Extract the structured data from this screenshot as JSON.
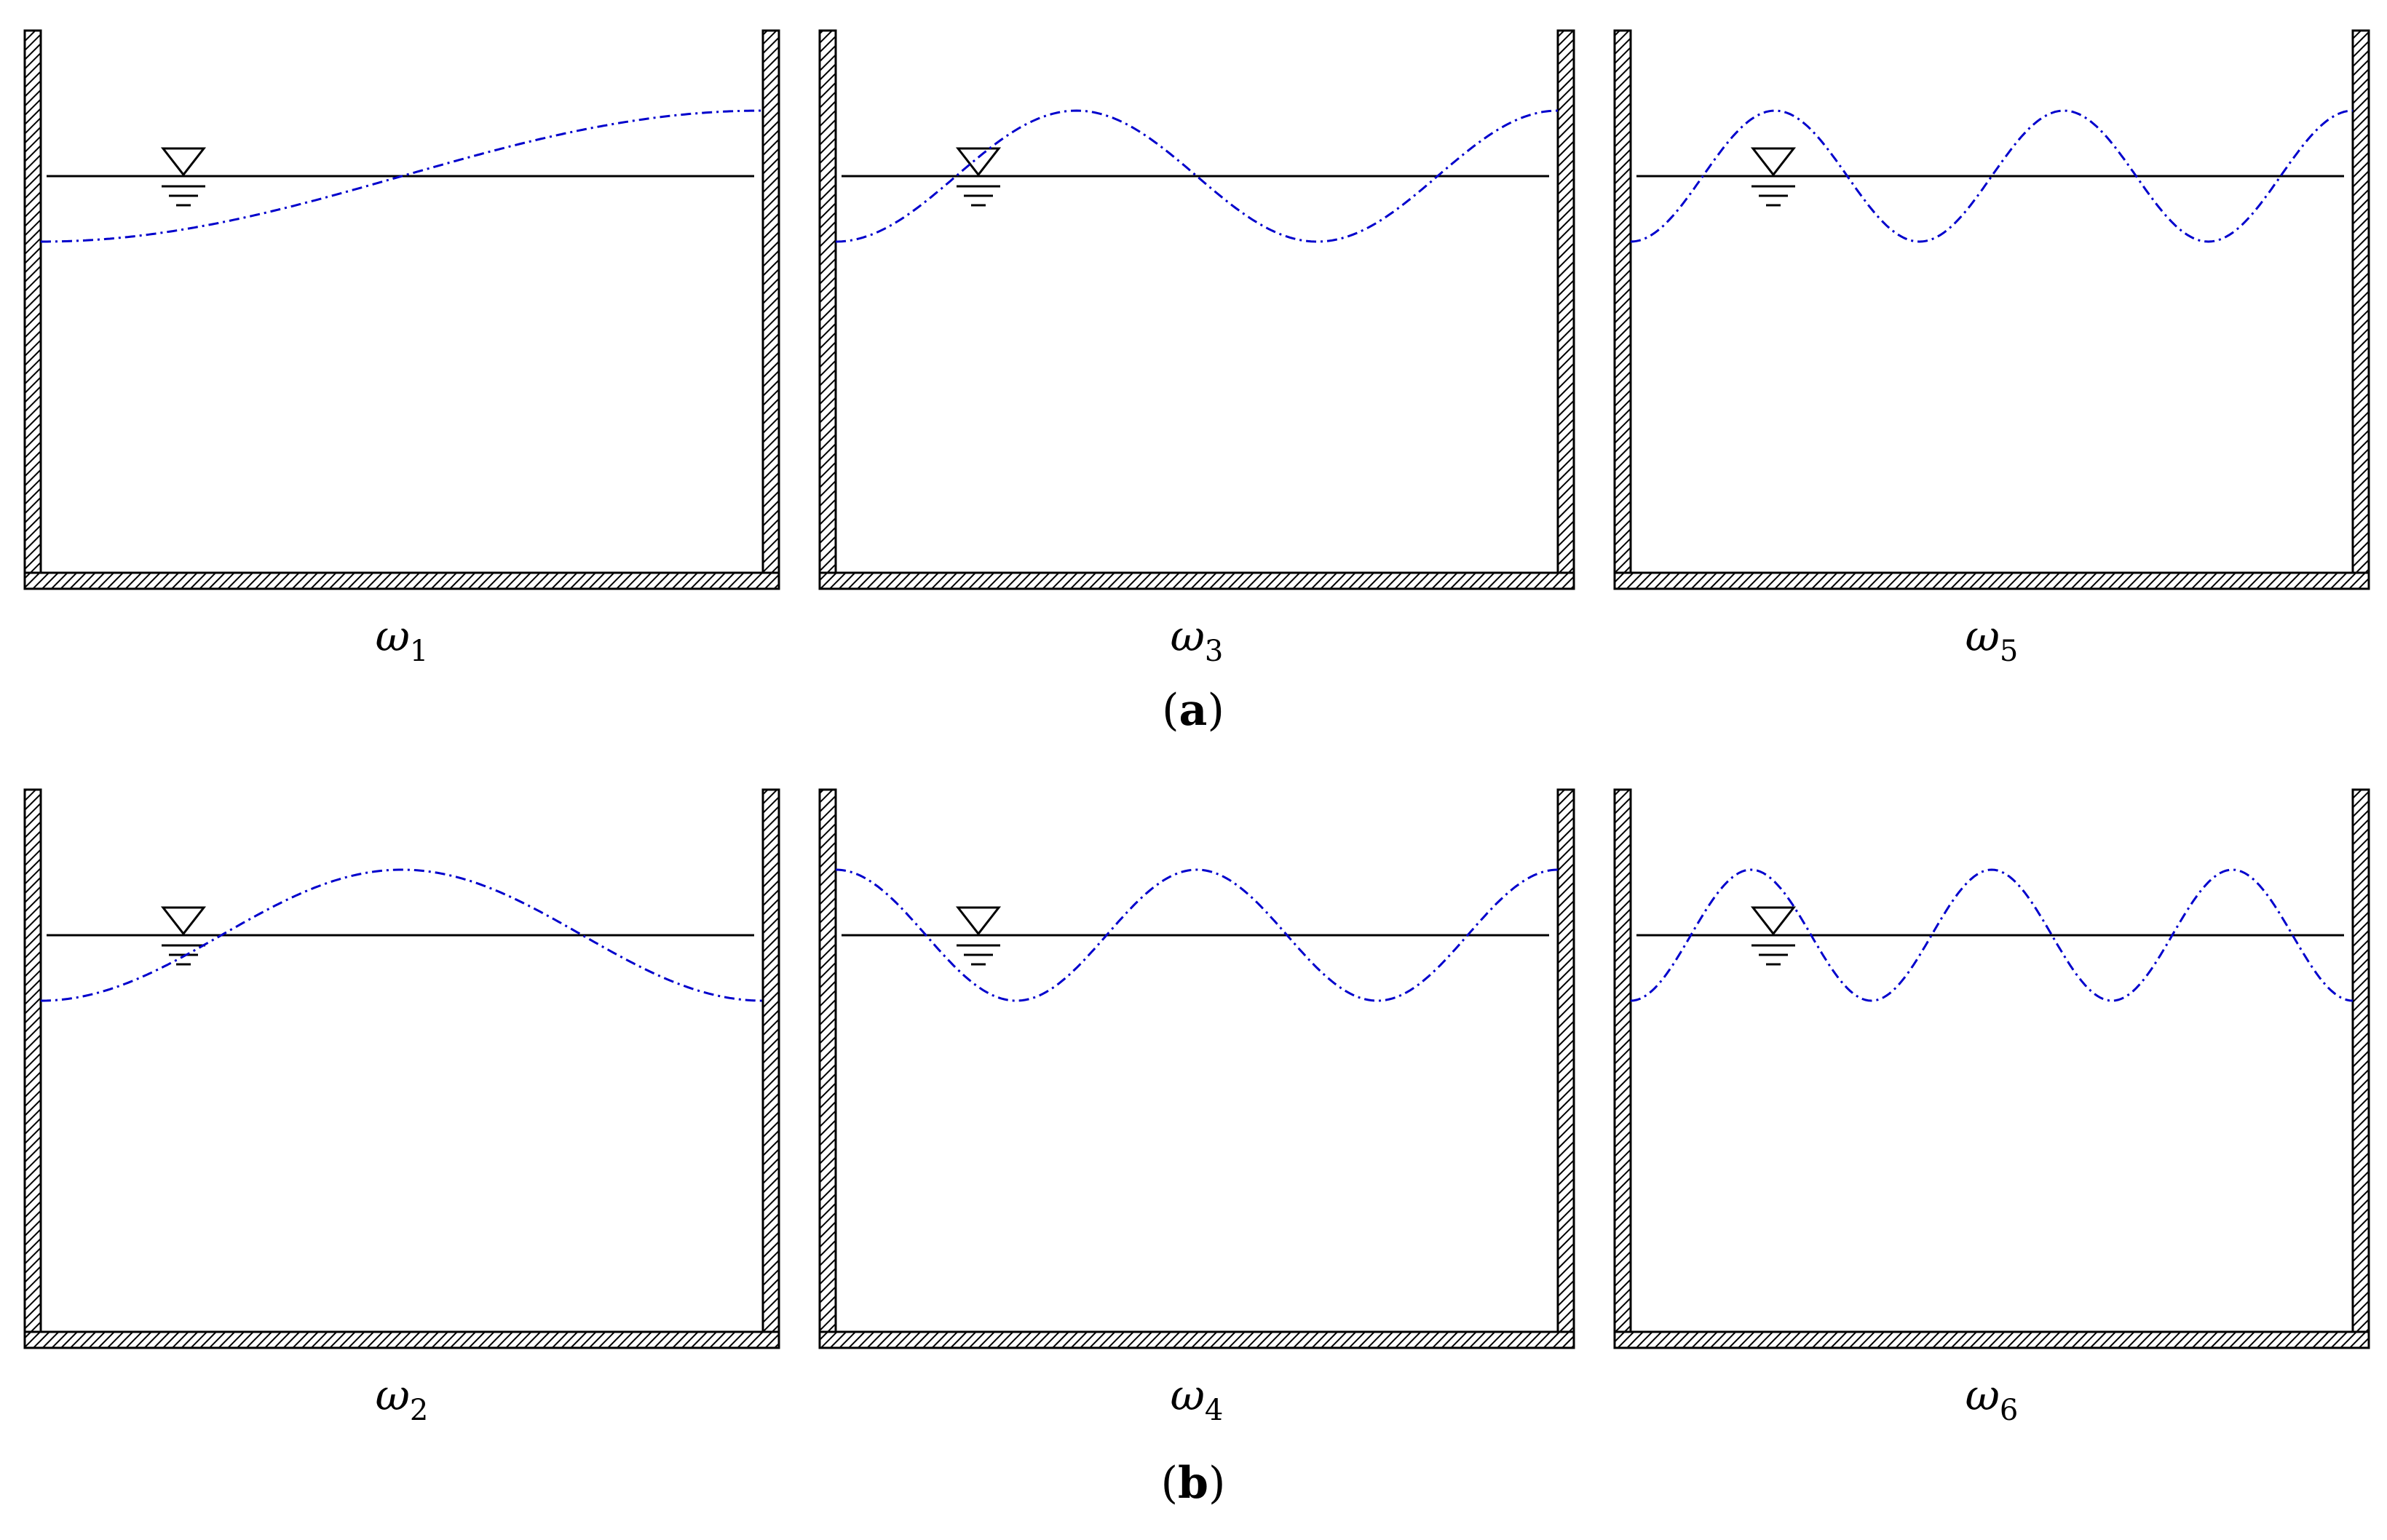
{
  "figure": {
    "rows": [
      {
        "caption_letter": "a",
        "tanks": [
          {
            "symbol": "ω",
            "subscript": "1",
            "half_waves": 1,
            "phase": "low-left"
          },
          {
            "symbol": "ω",
            "subscript": "3",
            "half_waves": 3,
            "phase": "low-left"
          },
          {
            "symbol": "ω",
            "subscript": "5",
            "half_waves": 5,
            "phase": "low-left"
          }
        ]
      },
      {
        "caption_letter": "b",
        "tanks": [
          {
            "symbol": "ω",
            "subscript": "2",
            "half_waves": 2,
            "phase": "low-left"
          },
          {
            "symbol": "ω",
            "subscript": "4",
            "half_waves": 4,
            "phase": "high-left"
          },
          {
            "symbol": "ω",
            "subscript": "6",
            "half_waves": 6,
            "phase": "low-left"
          }
        ]
      }
    ],
    "colors": {
      "wall": "#000000",
      "free_surface": "#000000",
      "mode_shape": "#0000cc"
    }
  }
}
